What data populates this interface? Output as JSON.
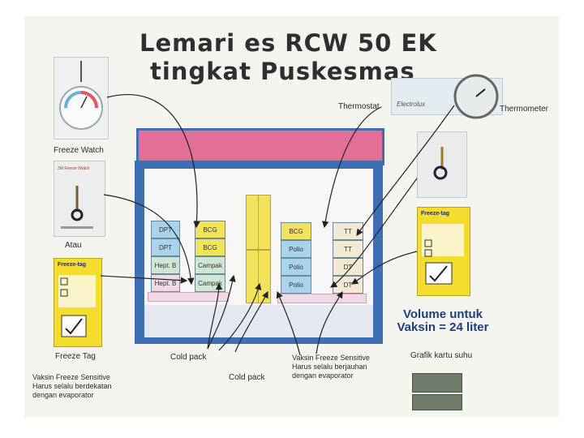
{
  "title": {
    "line1": "Lemari es RCW 50 EK",
    "line2": "tingkat Puskesmas"
  },
  "labels": {
    "thermostat": "Thermostat",
    "thermometer": "Thermometer",
    "freeze_watch": "Freeze Watch",
    "atau": "Atau",
    "freeze_tag": "Freeze Tag",
    "cold_pack_1": "Cold pack",
    "cold_pack_2": "Cold pack",
    "grafik": "Grafik kartu suhu",
    "vaksin_left_1": "Vaksin Freeze Sensitive",
    "vaksin_left_2": "Harus selalu berdekatan",
    "vaksin_left_3": "dengan evaporator",
    "vaksin_right_1": "Vaksin Freeze Sensitive",
    "vaksin_right_2": "Harus selalu berjauhan",
    "vaksin_right_3": "dengan evaporator",
    "volume_1": "Volume untuk",
    "volume_2": "Vaksin = 24 liter"
  },
  "device_text": {
    "electrolux": "Electrolux",
    "freeze_tag_brand": "Freeze-tag",
    "freeze_watch_brand": "3M Freeze Watch"
  },
  "vaccines": {
    "left_col1": [
      "DPT",
      "DPT",
      "Hept. B",
      "Hept. B"
    ],
    "left_col2": [
      "BCG",
      "BCG",
      "Campak",
      "Campak"
    ],
    "right_col1": [
      "BCG",
      "Polio",
      "Polio",
      "Polio"
    ],
    "right_col2": [
      "TT",
      "TT",
      "DT",
      "DT"
    ]
  },
  "colors": {
    "fridge_lid": "#e26f98",
    "fridge_body": "#3f6fb3",
    "title_text": "#2f2f2f",
    "volume_text": "#1f3f7a",
    "tag_yellow": "#f4dd2e"
  }
}
